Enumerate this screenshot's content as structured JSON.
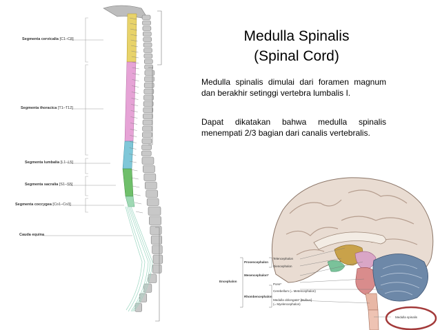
{
  "slide": {
    "title_line1": "Medulla Spinalis",
    "title_line2": "(Spinal Cord)",
    "paragraph1": "Medulla spinalis dimulai dari foramen magnum dan berakhir setinggi vertebra lumbalis I.",
    "paragraph2": "Dapat dikatakan bahwa medulla spinalis menempati 2/3 bagian dari canalis vertebralis."
  },
  "spine_figure": {
    "segments": [
      {
        "name": "Segmenta cervicalia",
        "range": "[C1–C8]",
        "color": "#e8d36a"
      },
      {
        "name": "Segmenta thoracica",
        "range": "[T1–T12]",
        "color": "#e6a3d6"
      },
      {
        "name": "Segmenta lumbalia",
        "range": "[L1–L5]",
        "color": "#7fc7d8"
      },
      {
        "name": "Segmenta sacralia",
        "range": "[S1–S5]",
        "color": "#6fbf6a"
      },
      {
        "name": "Segmenta coccygea",
        "range": "[Co1–Co3]",
        "color": "#9fd9b4"
      }
    ],
    "cauda_label": "Cauda equina"
  },
  "brain_figure": {
    "labels": {
      "telencephalon": "Telencephalon",
      "diencephalon": "Diencephalon",
      "prosencephalon": "Prosencephalon",
      "mesencephalon": "Mesencephalon*",
      "encephalon": "Encephalon",
      "pons": "Pons*",
      "cerebellum": "Cerebellum (= Metencephalon)",
      "rhombencephalon": "Rhombencephalon",
      "medulla_oblongata": "Medulla oblongata* [Bulbus]",
      "myelencephalon": "(= Myelencephalon)",
      "medulla_spinalis": "Medulla spinalis"
    },
    "highlight_color": "#a33a3a"
  }
}
